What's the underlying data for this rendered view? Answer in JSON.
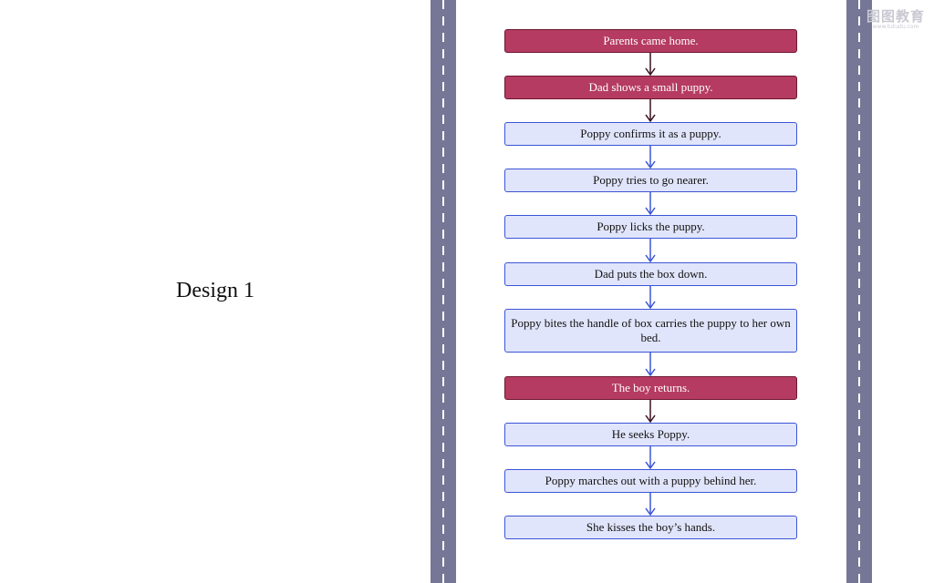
{
  "label": "Design 1",
  "logo": {
    "text": "图图教育",
    "url": "www.tutudu.com"
  },
  "flow": {
    "steps": [
      {
        "text": "Parents came home.",
        "style": "dark"
      },
      {
        "text": "Dad shows a small puppy.",
        "style": "dark"
      },
      {
        "text": "Poppy confirms it as a puppy.",
        "style": "light"
      },
      {
        "text": "Poppy tries to go nearer.",
        "style": "light"
      },
      {
        "text": "Poppy licks the puppy.",
        "style": "light"
      },
      {
        "text": "Dad puts the box down.",
        "style": "light"
      },
      {
        "text": "Poppy bites the handle of box carries the puppy to her own bed.",
        "style": "light"
      },
      {
        "text": "The boy returns.",
        "style": "dark"
      },
      {
        "text": "He seeks Poppy.",
        "style": "light"
      },
      {
        "text": "Poppy marches out with a puppy behind her.",
        "style": "light"
      },
      {
        "text": "She kisses the boy’s hands.",
        "style": "light"
      }
    ],
    "colors": {
      "dark_fill": "#b53b62",
      "dark_border": "#6e1732",
      "light_fill": "#e1e5fb",
      "light_border": "#3b55d6",
      "arrow_dark": "#3a1020",
      "arrow_light": "#3b55d6",
      "road": "#767796"
    }
  }
}
